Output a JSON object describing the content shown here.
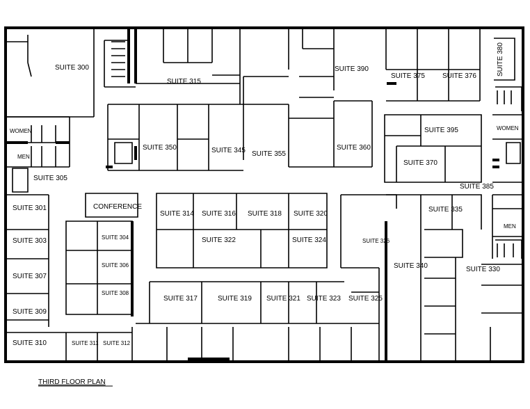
{
  "rooms": {
    "suite_300": "SUITE 300",
    "suite_301": "SUITE 301",
    "suite_303": "SUITE 303",
    "suite_304": "SUITE 304",
    "suite_305": "SUITE 305",
    "suite_306": "SUITE 306",
    "suite_307": "SUITE 307",
    "suite_308": "SUITE 308",
    "suite_309": "SUITE 309",
    "suite_310": "SUITE 310",
    "suite_311": "SUITE 311",
    "suite_312": "SUITE 312",
    "suite_314": "SUITE 314",
    "suite_315": "SUITE 315",
    "suite_316": "SUITE 316",
    "suite_317": "SUITE 317",
    "suite_318": "SUITE 318",
    "suite_319": "SUITE 319",
    "suite_320": "SUITE 320",
    "suite_321": "SUITE 321",
    "suite_322": "SUITE 322",
    "suite_323": "SUITE 323",
    "suite_324": "SUITE 324",
    "suite_325": "SUITE 325",
    "suite_326": "SUITE 326",
    "suite_330": "SUITE 330",
    "suite_335": "SUITE 335",
    "suite_340": "SUITE 340",
    "suite_345": "SUITE 345",
    "suite_350": "SUITE 350",
    "suite_355": "SUITE 355",
    "suite_360": "SUITE 360",
    "suite_370": "SUITE 370",
    "suite_375": "SUITE 375",
    "suite_376": "SUITE 376",
    "suite_380": "SUITE 380",
    "suite_385": "SUITE 385",
    "suite_390": "SUITE 390",
    "suite_395": "SUITE 395",
    "conference": "CONFERENCE",
    "women_left": "WOMEN",
    "men_left": "MEN",
    "women_right": "WOMEN",
    "men_right": "MEN"
  },
  "plan_title": "THIRD FLOOR PLAN"
}
